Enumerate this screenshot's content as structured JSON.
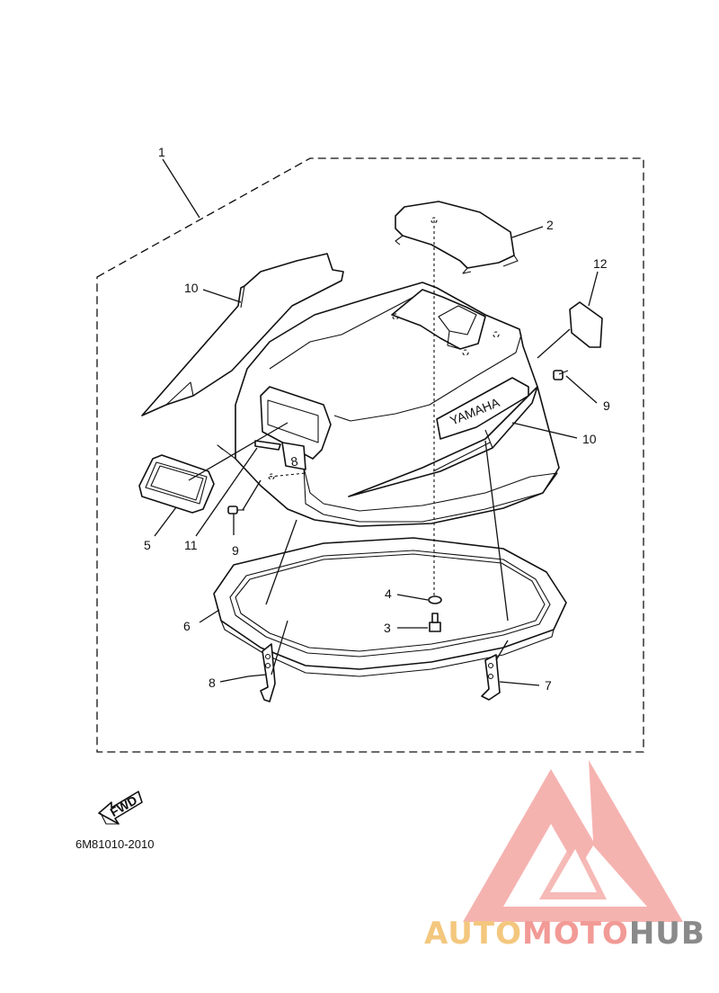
{
  "diagram": {
    "part_number": "6M81010-2010",
    "fwd_label": "FWD",
    "brand_decal_text": "YAMAHA",
    "model_decal_text": "8",
    "callouts": [
      {
        "id": "c1",
        "label": "1"
      },
      {
        "id": "c2",
        "label": "2"
      },
      {
        "id": "c3",
        "label": "3"
      },
      {
        "id": "c4",
        "label": "4"
      },
      {
        "id": "c5",
        "label": "5"
      },
      {
        "id": "c6",
        "label": "6"
      },
      {
        "id": "c7",
        "label": "7"
      },
      {
        "id": "c8",
        "label": "8"
      },
      {
        "id": "c9a",
        "label": "9"
      },
      {
        "id": "c9b",
        "label": "9"
      },
      {
        "id": "c10a",
        "label": "10"
      },
      {
        "id": "c10b",
        "label": "10"
      },
      {
        "id": "c11",
        "label": "11"
      },
      {
        "id": "c12",
        "label": "12"
      }
    ]
  },
  "watermark": {
    "part1": "AUTO",
    "part2": "MOTO",
    "part3": "HUB",
    "colors": {
      "auto": "#f4c77e",
      "moto": "#f29a96",
      "hub": "#8a8a8a",
      "logo": "#f29a96"
    }
  }
}
